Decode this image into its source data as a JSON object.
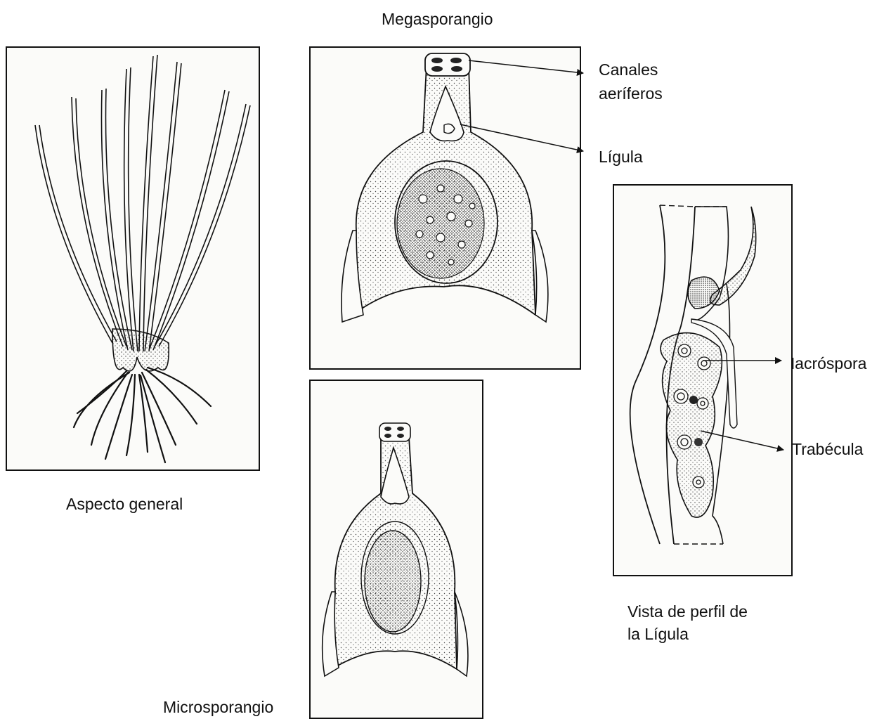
{
  "panels": {
    "general": {
      "caption": "Aspecto general"
    },
    "megasporangio": {
      "caption": "Megasporangio"
    },
    "microsporangio": {
      "caption": "Microsporangio"
    },
    "perfil": {
      "caption_line1": "Vista de perfil de",
      "caption_line2": "la Lígula"
    }
  },
  "annotations": {
    "canales_line1": "Canales",
    "canales_line2": "aeríferos",
    "ligula": "Lígula",
    "macrospora": "Macróspora",
    "trabecula": "Trabécula"
  }
}
